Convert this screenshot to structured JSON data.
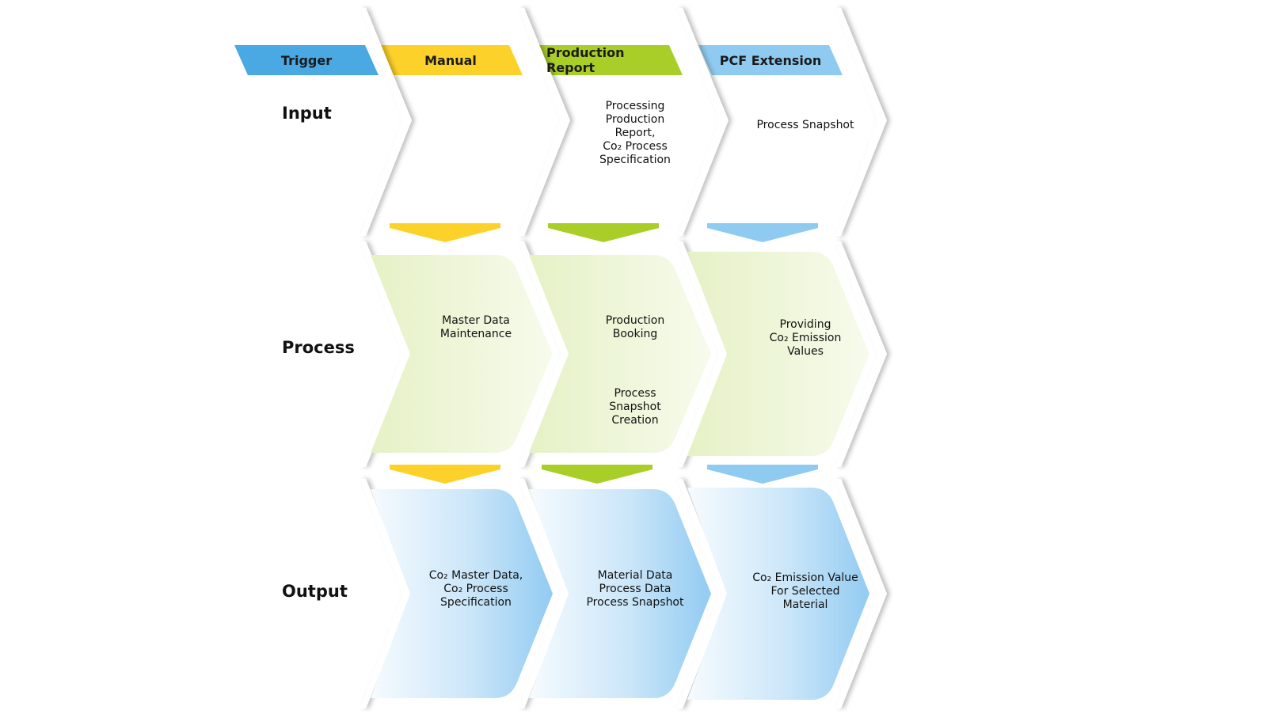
{
  "headers": {
    "trigger": "Trigger",
    "manual": "Manual",
    "production_report": "Production Report",
    "pcf_extension": "PCF Extension"
  },
  "rows": {
    "input": "Input",
    "process": "Process",
    "output": "Output"
  },
  "input_cells": {
    "production_report": [
      "Processing",
      "Production",
      "Report,",
      "Co₂ Process",
      "Specification"
    ],
    "pcf_extension": "Process Snapshot"
  },
  "process_cells": {
    "manual": [
      "Master Data",
      "Maintenance"
    ],
    "production_report_a": [
      "Production",
      "Booking"
    ],
    "production_report_b": [
      "Process",
      "Snapshot",
      "Creation"
    ],
    "pcf_extension": [
      "Providing",
      "Co₂ Emission",
      "Values"
    ]
  },
  "output_cells": {
    "manual": [
      "Co₂ Master Data,",
      "Co₂ Process",
      "Specification"
    ],
    "production_report": [
      "Material Data",
      "Process Data",
      "Process Snapshot"
    ],
    "pcf_extension": [
      "Co₂ Emission Value",
      "For Selected",
      "Material"
    ]
  },
  "colors": {
    "trigger_blue": "#4aa8e2",
    "manual_yellow": "#fcd22a",
    "report_green": "#aace28",
    "pcf_lightblue": "#8fcaf0",
    "process_fill": "#eef6d8",
    "output_fill": "#9fd1f4"
  }
}
